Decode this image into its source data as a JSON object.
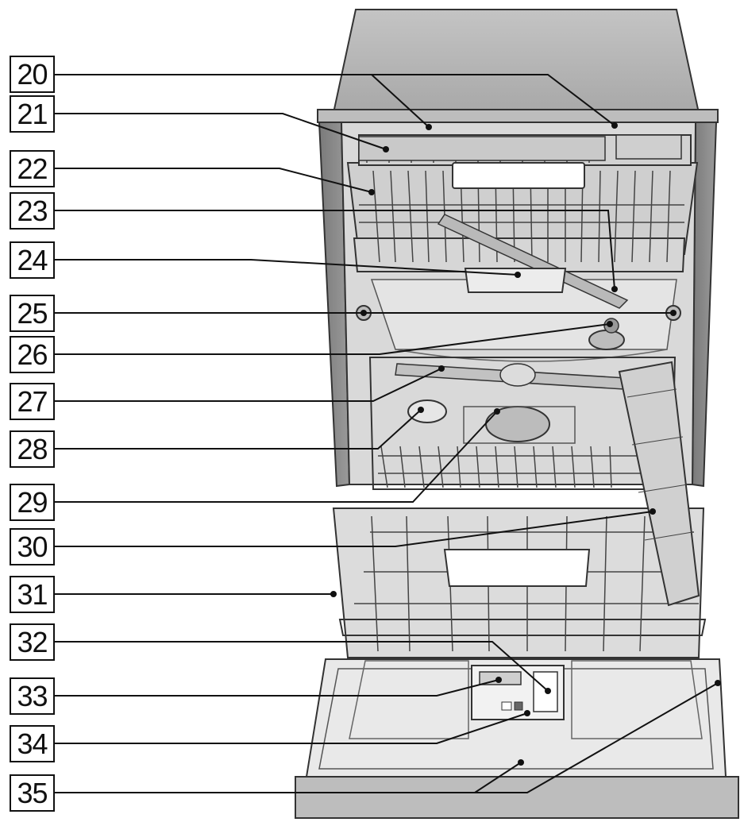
{
  "labels": [
    {
      "number": "20"
    },
    {
      "number": "21"
    },
    {
      "number": "22"
    },
    {
      "number": "23"
    },
    {
      "number": "24"
    },
    {
      "number": "25"
    },
    {
      "number": "26"
    },
    {
      "number": "27"
    },
    {
      "number": "28"
    },
    {
      "number": "29"
    },
    {
      "number": "30"
    },
    {
      "number": "31"
    },
    {
      "number": "32"
    },
    {
      "number": "33"
    },
    {
      "number": "34"
    },
    {
      "number": "35"
    }
  ]
}
